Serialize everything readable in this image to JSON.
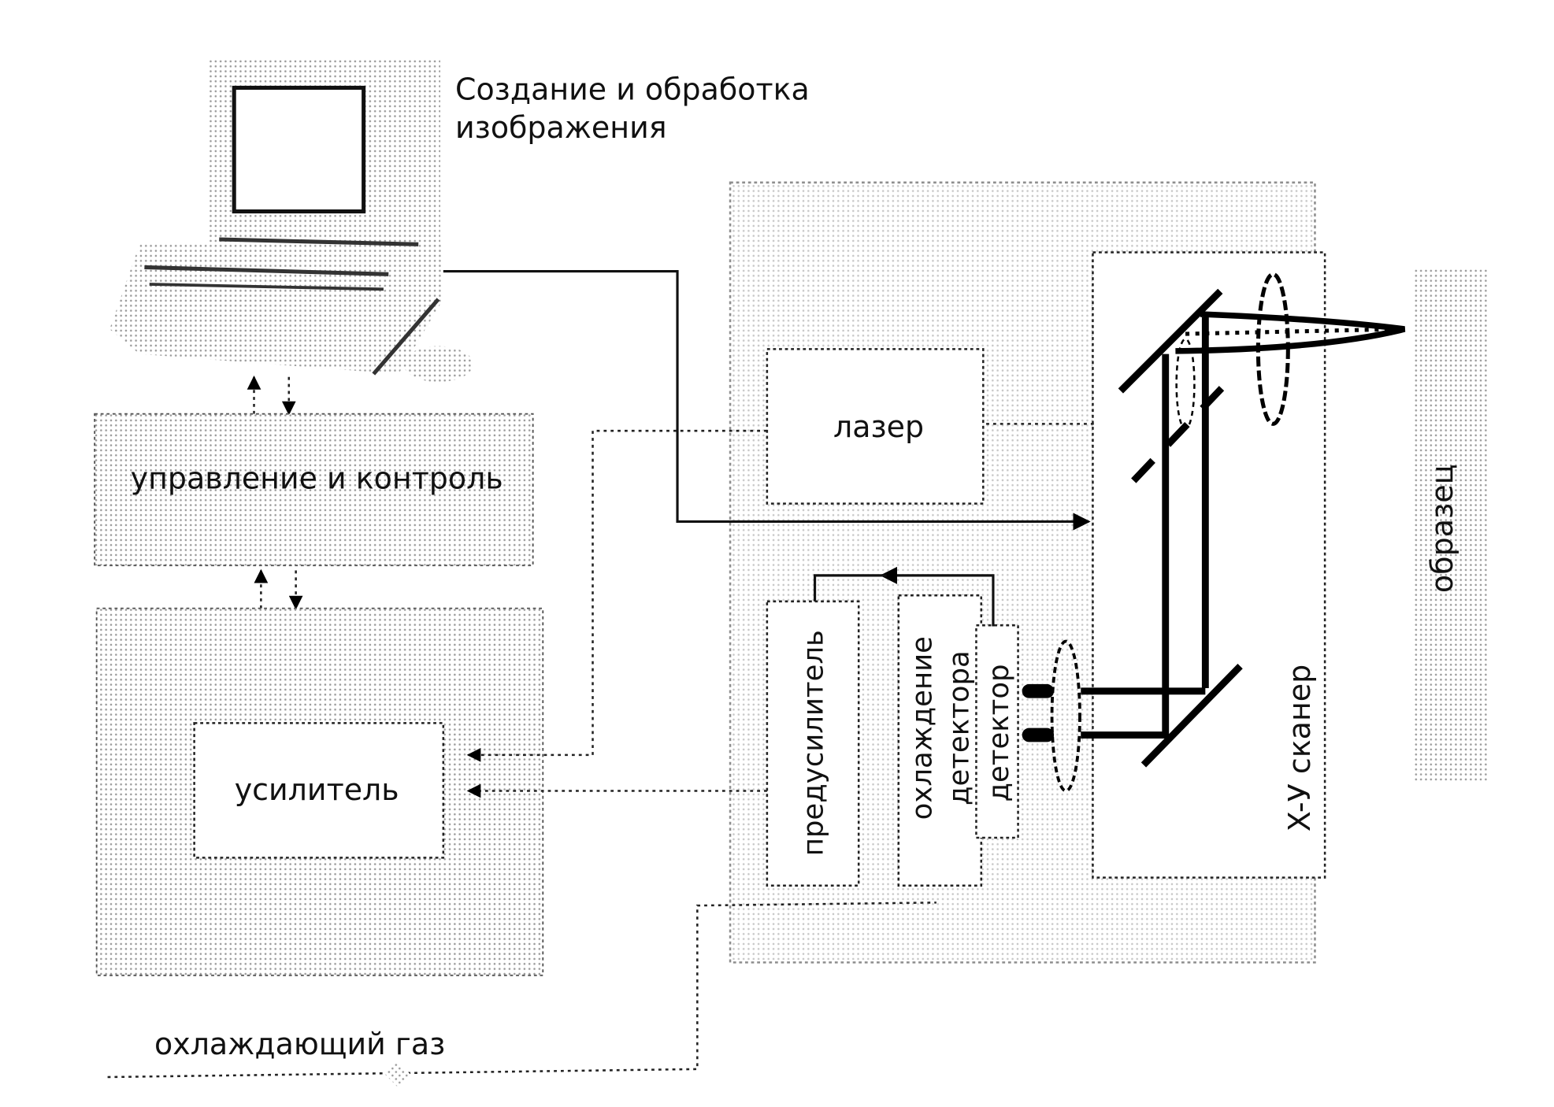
{
  "labels": {
    "computer_caption_line1": "Создание и обработка",
    "computer_caption_line2": "изображения",
    "control": "управление и контроль",
    "amplifier": "усилитель",
    "laser": "лазер",
    "preamplifier": "предусилитель",
    "detector_cooling_line1": "охлаждение",
    "detector_cooling_line2": "детектора",
    "detector": "детектор",
    "scanner": "X-У сканер",
    "sample": "образец",
    "cooling_gas": "охлаждающий газ"
  },
  "icons": [
    "computer-icon",
    "mirror-icon",
    "lens-icon"
  ],
  "colors": {
    "ink": "#111111",
    "stipple": "#9a9a9a",
    "background": "#ffffff"
  }
}
